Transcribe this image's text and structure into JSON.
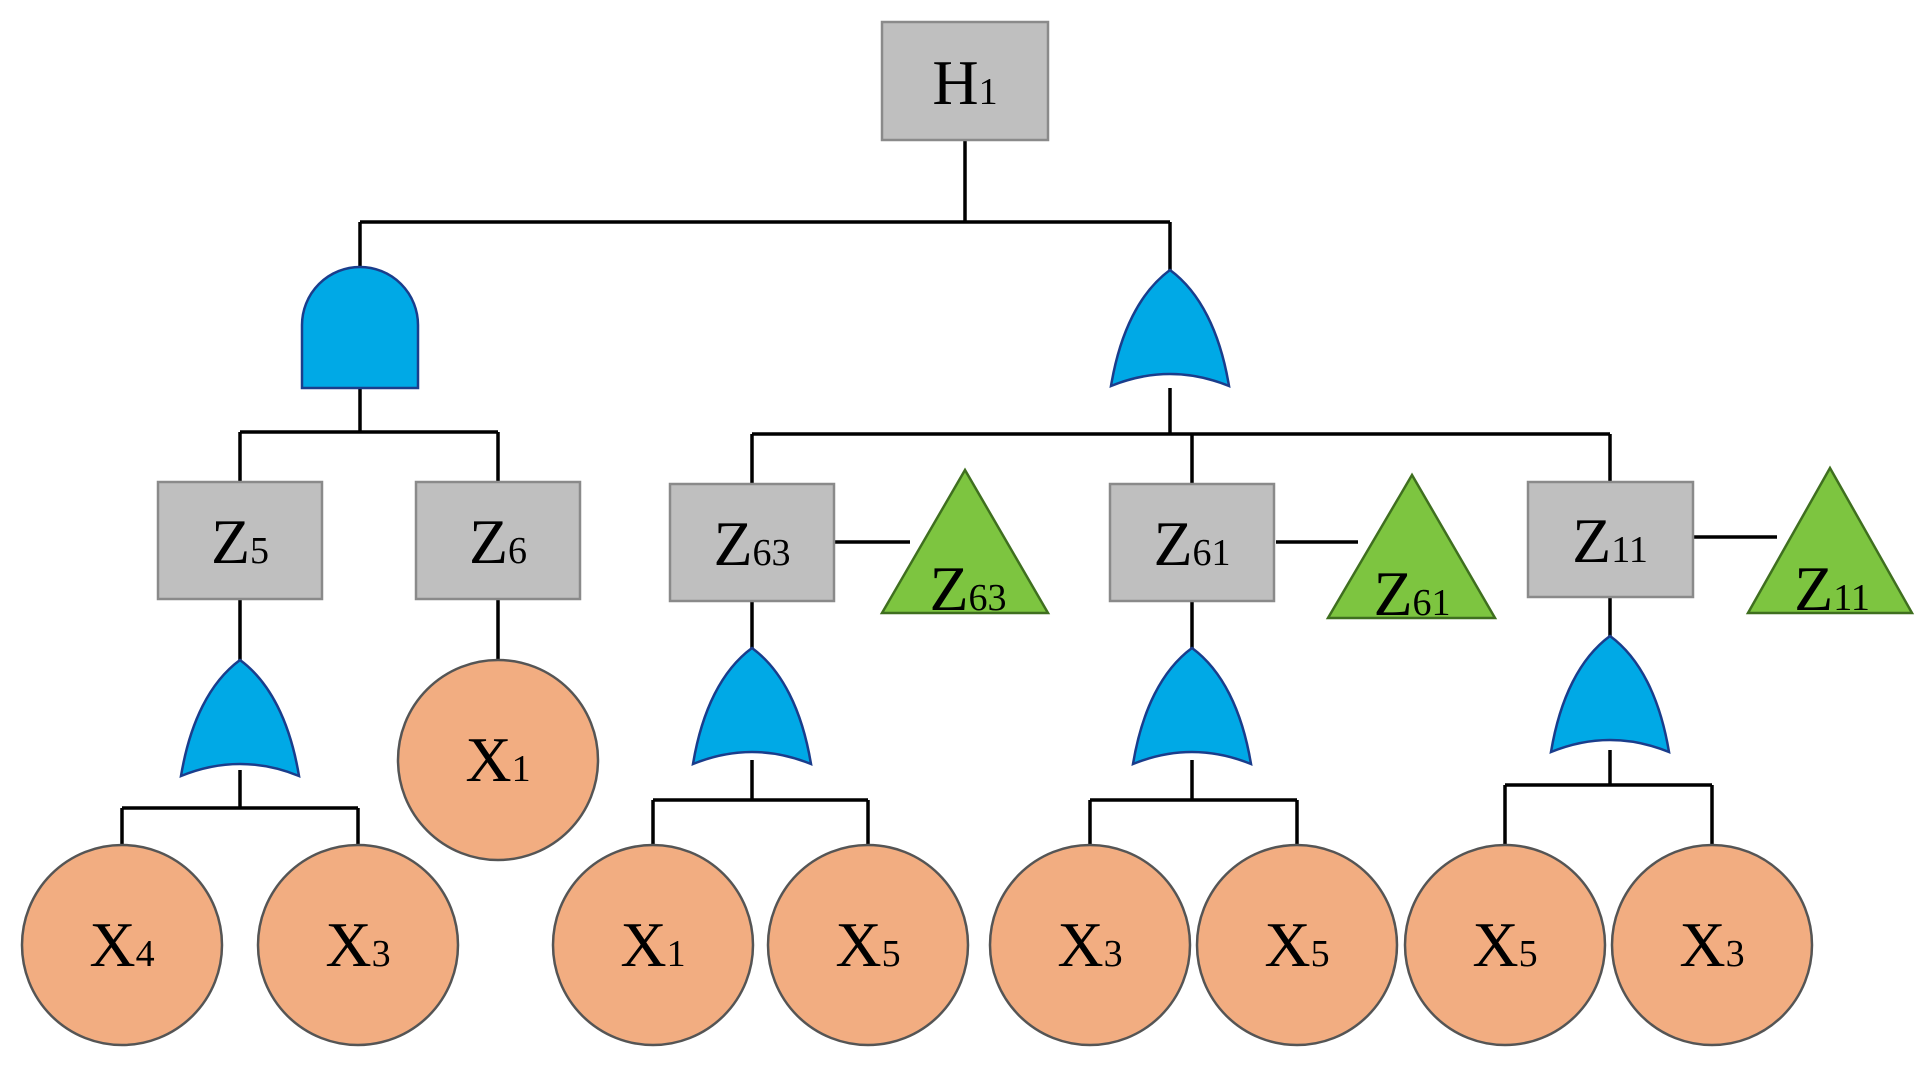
{
  "diagram": {
    "top_event": {
      "letter": "H",
      "sub": "1"
    },
    "intermediate_events": [
      {
        "id": "z5",
        "letter": "Z",
        "sub": "5"
      },
      {
        "id": "z6",
        "letter": "Z",
        "sub": "6"
      },
      {
        "id": "z63",
        "letter": "Z",
        "sub": "63"
      },
      {
        "id": "z61",
        "letter": "Z",
        "sub": "61"
      },
      {
        "id": "z11",
        "letter": "Z",
        "sub": "11"
      }
    ],
    "transfer_symbols": [
      {
        "id": "t63",
        "letter": "Z",
        "sub": "63"
      },
      {
        "id": "t61",
        "letter": "Z",
        "sub": "61"
      },
      {
        "id": "t11",
        "letter": "Z",
        "sub": "11"
      }
    ],
    "basic_events": [
      {
        "id": "b1",
        "letter": "X",
        "sub": "4"
      },
      {
        "id": "b2",
        "letter": "X",
        "sub": "3"
      },
      {
        "id": "b3",
        "letter": "X",
        "sub": "1"
      },
      {
        "id": "b4",
        "letter": "X",
        "sub": "1"
      },
      {
        "id": "b5",
        "letter": "X",
        "sub": "5"
      },
      {
        "id": "b6",
        "letter": "X",
        "sub": "3"
      },
      {
        "id": "b7",
        "letter": "X",
        "sub": "5"
      },
      {
        "id": "b8",
        "letter": "X",
        "sub": "5"
      },
      {
        "id": "b9",
        "letter": "X",
        "sub": "3"
      }
    ],
    "gate_types": [
      "and",
      "or",
      "or",
      "or",
      "or",
      "or"
    ],
    "colors": {
      "event_box": "#bfbfbf",
      "gate": "#00a9e6",
      "transfer_triangle": "#7dc540",
      "basic_event": "#f2ad81"
    }
  }
}
